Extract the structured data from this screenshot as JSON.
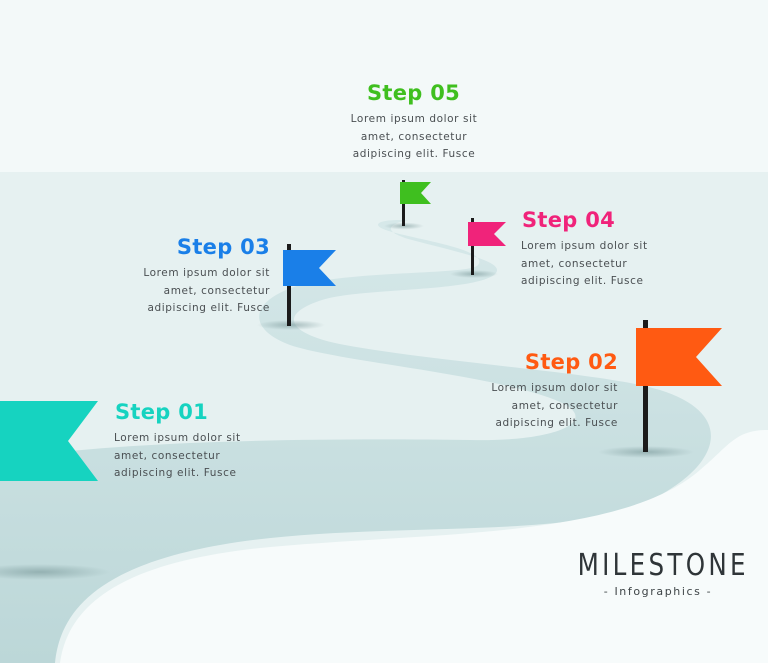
{
  "colors": {
    "background_top": "#f3f9f9",
    "background_band": "#e3eff0",
    "road": "#cde3e4",
    "road_shadow": "#b8d3d4",
    "bottom_white": "#f7fbfb",
    "pole": "#1b1b1b"
  },
  "steps": [
    {
      "id": "01",
      "title": "Step 01",
      "color": "#16d3c0",
      "lines": [
        "Lorem ipsum dolor sit",
        "amet, consectetur",
        "adipiscing elit. Fusce"
      ]
    },
    {
      "id": "02",
      "title": "Step 02",
      "color": "#ff5a12",
      "lines": [
        "Lorem ipsum dolor sit",
        "amet, consectetur",
        "adipiscing elit. Fusce"
      ]
    },
    {
      "id": "03",
      "title": "Step 03",
      "color": "#1a7fe8",
      "lines": [
        "Lorem ipsum dolor sit",
        "amet, consectetur",
        "adipiscing elit. Fusce"
      ]
    },
    {
      "id": "04",
      "title": "Step 04",
      "color": "#f0237a",
      "lines": [
        "Lorem ipsum dolor sit",
        "amet, consectetur",
        "adipiscing elit. Fusce"
      ]
    },
    {
      "id": "05",
      "title": "Step 05",
      "color": "#3fbf1f",
      "lines": [
        "Lorem ipsum dolor sit",
        "amet, consectetur",
        "adipiscing elit. Fusce"
      ]
    }
  ],
  "milestone": {
    "title": "MILESTONE",
    "subtitle": "- Infographics -"
  }
}
